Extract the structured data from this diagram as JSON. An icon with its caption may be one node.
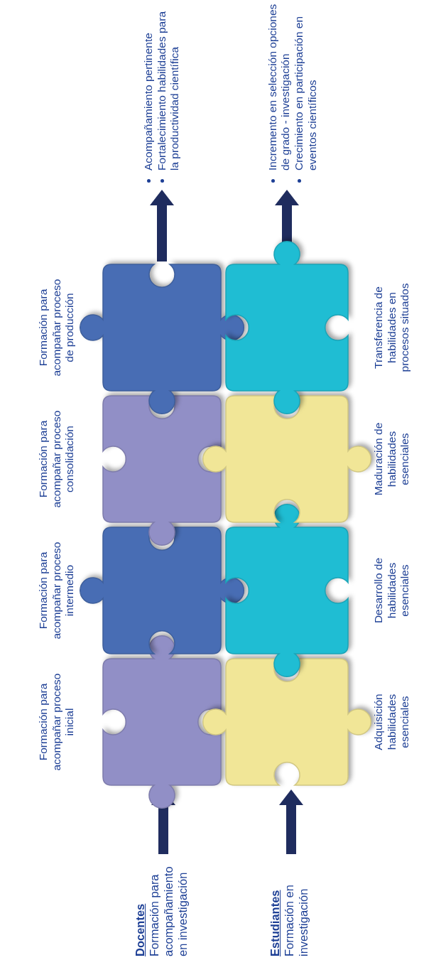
{
  "diagram": {
    "nodes": [
      {
        "text": [
          "Docentes",
          "Formación para acompañamiento en investigación"
        ]
      },
      {
        "text": [
          "Estudiantes",
          "Formación en investigación"
        ]
      },
      {
        "text": [
          "Formación para acompañar proceso inicial"
        ]
      },
      {
        "text": [
          "Formación para acompañar proceso intermedio"
        ]
      },
      {
        "text": [
          "Formación para acompañar proceso consolidación"
        ]
      },
      {
        "text": [
          "Formación para acompañar proceso de producción"
        ]
      },
      {
        "text": [
          "Adquisición habilidades esenciales"
        ]
      },
      {
        "text": [
          "Desarrollo de habilidades esenciales"
        ]
      },
      {
        "text": [
          "Maduración de habilidades esenciales"
        ]
      },
      {
        "text": [
          "Transferencia de habilidades en procesos situados"
        ]
      },
      {
        "text": [
          "Acompañamiento pertinente",
          "Fortalecimiento habilidades para la productividad científica"
        ]
      },
      {
        "text": [
          "Incremento en selección opciones de grado - investigación",
          "Crecimiento en participación en eventos científicos"
        ]
      }
    ],
    "edges": [
      {
        "from": 0,
        "to": 2,
        "arrow": "to"
      },
      {
        "from": 1,
        "to": 6,
        "arrow": "to"
      },
      {
        "from": 5,
        "to": 10,
        "arrow": "to"
      },
      {
        "from": 9,
        "to": 11,
        "arrow": "to"
      }
    ]
  }
}
